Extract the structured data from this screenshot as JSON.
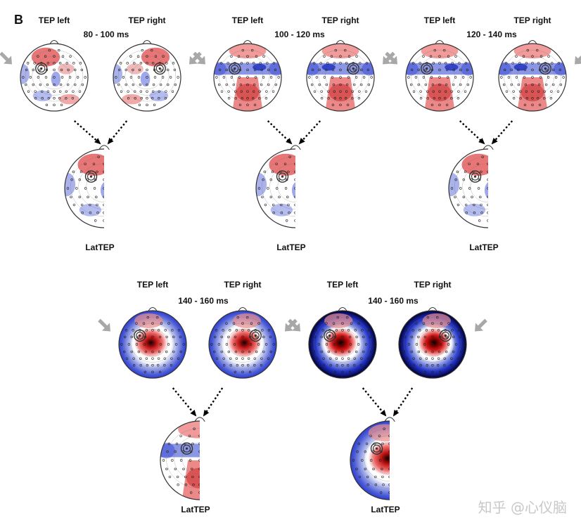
{
  "figure": {
    "panel_label": "B",
    "watermark": "知乎 @心仪脑"
  },
  "panels": [
    {
      "left_label": "TEP left",
      "right_label": "TEP right",
      "time_window": "80 - 100 ms",
      "lat_label": "LatTEP",
      "level": 1
    },
    {
      "left_label": "TEP left",
      "right_label": "TEP right",
      "time_window": "100 - 120 ms",
      "lat_label": "LatTEP",
      "level": 2
    },
    {
      "left_label": "TEP left",
      "right_label": "TEP right",
      "time_window": "120 - 140 ms",
      "lat_label": "LatTEP",
      "level": 2
    },
    {
      "left_label": "TEP left",
      "right_label": "TEP right",
      "time_window": "140 - 160 ms",
      "lat_label": "LatTEP",
      "level": 3
    },
    {
      "left_label": "TEP left",
      "right_label": "TEP right",
      "time_window": "140 - 160 ms",
      "lat_label": "LatTEP",
      "level": 4
    }
  ],
  "colors": {
    "positive": "#d62a2a",
    "negative": "#2b3fd0",
    "outline": "#333333",
    "arrow": "#a8a8a8"
  }
}
